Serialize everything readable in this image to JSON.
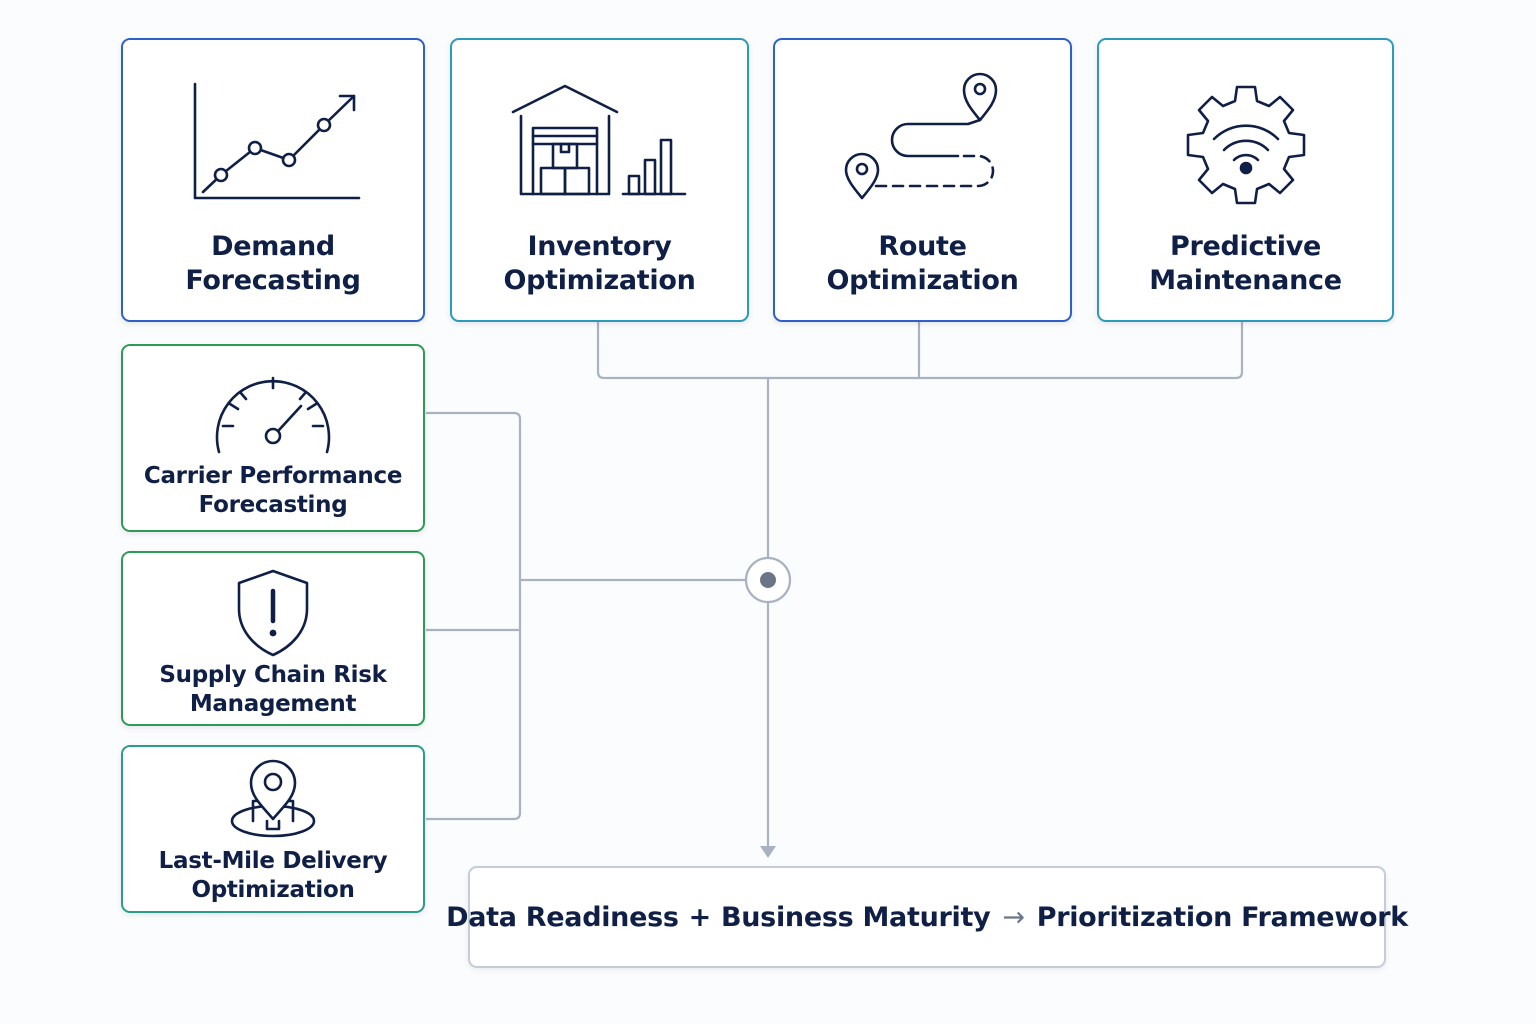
{
  "colors": {
    "blue_border": "#2f5fc9",
    "teal_border": "#2b9bb8",
    "green_border": "#2f9a55",
    "green_teal_border": "#2a9d8a",
    "connector": "#a9b2c0",
    "text": "#0f1f45"
  },
  "top_cards": [
    {
      "icon": "line-chart-icon",
      "line1": "Demand",
      "line2": "Forecasting"
    },
    {
      "icon": "warehouse-icon",
      "line1": "Inventory",
      "line2": "Optimization"
    },
    {
      "icon": "route-map-icon",
      "line1": "Route",
      "line2": "Optimization"
    },
    {
      "icon": "wireless-gear-icon",
      "line1": "Predictive",
      "line2": "Maintenance"
    }
  ],
  "side_cards": [
    {
      "icon": "speedometer-icon",
      "line1": "Carrier Performance",
      "line2": "Forecasting"
    },
    {
      "icon": "shield-alert-icon",
      "line1": "Supply Chain Risk",
      "line2": "Management"
    },
    {
      "icon": "delivery-location-icon",
      "line1": "Last-Mile Delivery",
      "line2": "Optimization"
    }
  ],
  "result": {
    "part1": "Data Readiness",
    "operator": "+",
    "part2": "Business Maturity",
    "arrow": "→",
    "part3": "Prioritization Framework"
  }
}
